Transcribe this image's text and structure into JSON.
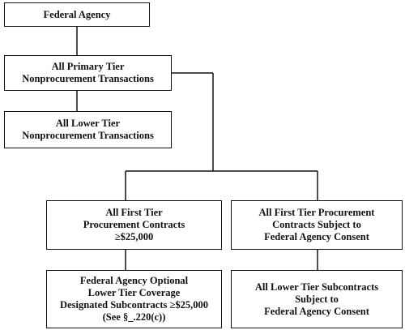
{
  "diagram": {
    "nodes": {
      "federal_agency": {
        "lines": [
          "Federal Agency"
        ]
      },
      "primary_tier": {
        "lines": [
          "All Primary Tier",
          "Nonprocurement Transactions"
        ]
      },
      "lower_tier": {
        "lines": [
          "All Lower Tier",
          "Nonprocurement Transactions"
        ]
      },
      "first_tier_procurement": {
        "lines": [
          "All First Tier",
          "Procurement Contracts",
          "≥$25,000"
        ]
      },
      "first_tier_consent": {
        "lines": [
          "All First Tier Procurement",
          "Contracts Subject to",
          "Federal Agency Consent"
        ]
      },
      "optional_coverage": {
        "lines": [
          "Federal Agency Optional",
          "Lower Tier Coverage",
          "Designated Subcontracts ≥$25,000",
          "(See §_.220(c))"
        ]
      },
      "lower_tier_subcontracts": {
        "lines": [
          "All Lower Tier Subcontracts",
          "Subject to",
          "Federal Agency Consent"
        ]
      }
    },
    "edges": [
      [
        "federal_agency",
        "primary_tier"
      ],
      [
        "primary_tier",
        "lower_tier"
      ],
      [
        "primary_tier",
        "first_tier_procurement"
      ],
      [
        "primary_tier",
        "first_tier_consent"
      ],
      [
        "first_tier_procurement",
        "optional_coverage"
      ],
      [
        "first_tier_consent",
        "lower_tier_subcontracts"
      ]
    ]
  }
}
